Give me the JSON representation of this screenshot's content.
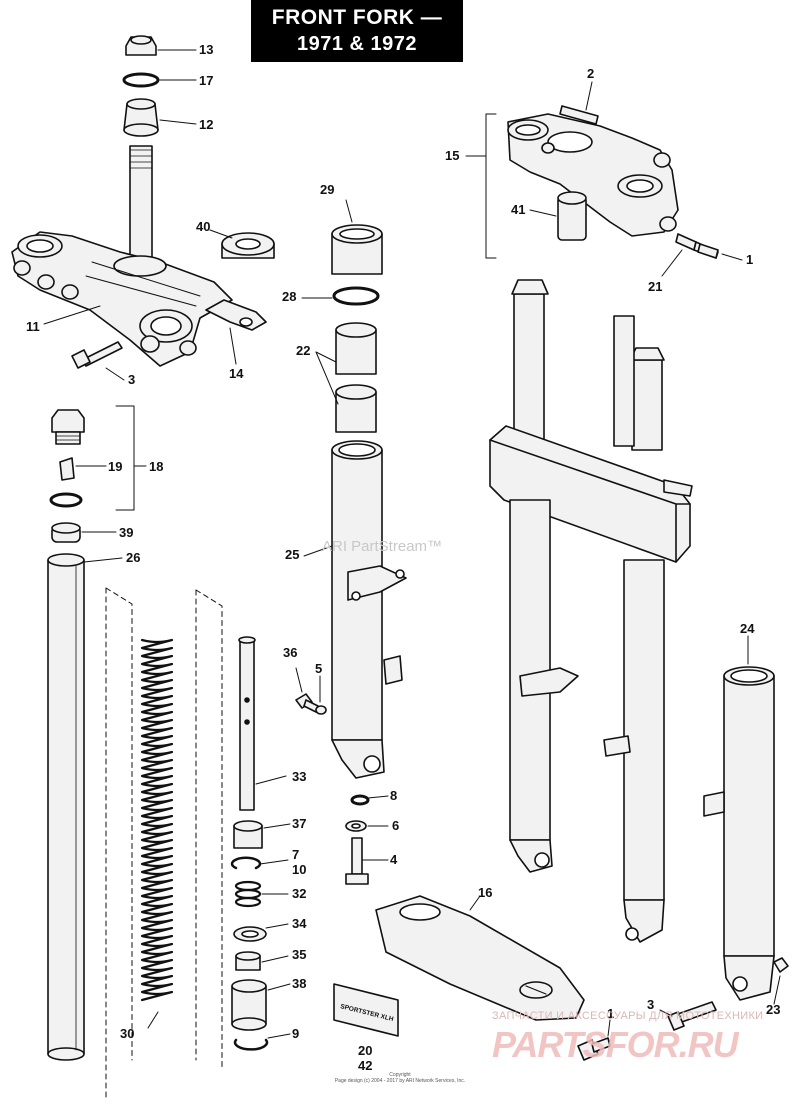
{
  "title": {
    "line1": "FRONT FORK —",
    "line2": "1971 & 1972"
  },
  "watermark": "ARI PartStream™",
  "copyright": {
    "line1": "Copyright",
    "line2": "Page design (c) 2004 - 2017 by ARI Network Services, Inc."
  },
  "emblem_text": "SPORTSTER XLH",
  "shop_watermark": {
    "text": "ЗАПЧАСТИ И АКСЕССУАРЫ ДЛЯ МОТОТЕХНИКИ",
    "logo": "PARTSFOR.RU"
  },
  "callouts": {
    "c13": "13",
    "c17": "17",
    "c12": "12",
    "c40": "40",
    "c11": "11",
    "c3a": "3",
    "c14": "14",
    "c19": "19",
    "c18": "18",
    "c39": "39",
    "c26": "26",
    "c30": "30",
    "c36": "36",
    "c5": "5",
    "c33": "33",
    "c37": "37",
    "c7": "7",
    "c10": "10",
    "c32": "32",
    "c34": "34",
    "c35": "35",
    "c38": "38",
    "c9": "9",
    "c29": "29",
    "c28": "28",
    "c22": "22",
    "c25": "25",
    "c8": "8",
    "c6": "6",
    "c4": "4",
    "c2": "2",
    "c15": "15",
    "c41": "41",
    "c21": "21",
    "c1a": "1",
    "c24": "24",
    "c16": "16",
    "c20": "20",
    "c42": "42",
    "c1b": "1",
    "c3b": "3",
    "c23": "23"
  }
}
